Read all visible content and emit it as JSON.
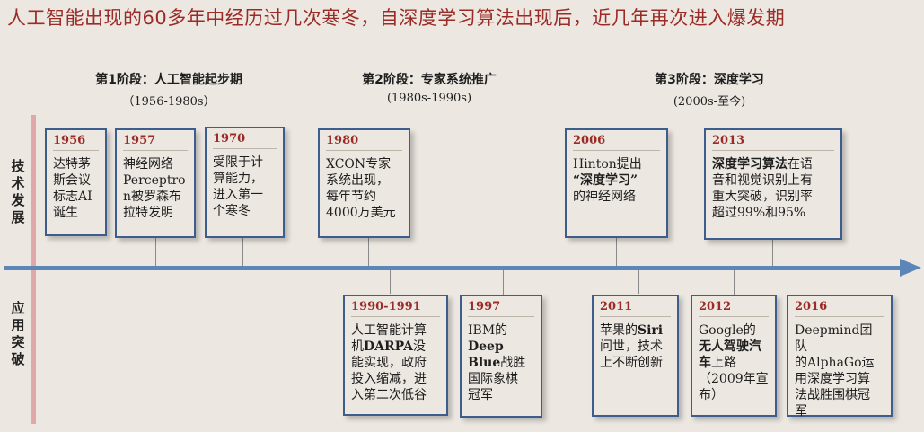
{
  "title": "人工智能出现的60多年中经历过几次寒冬，自深度学习算法出现后，近几年再次进入爆发期",
  "stages": [
    {
      "title": "第1阶段：人工智能起步期",
      "range": "（1956-1980s）"
    },
    {
      "title": "第2阶段：专家系统推广",
      "range": "(1980s-1990s)"
    },
    {
      "title": "第3阶段：深度学习",
      "range": "(2000s-至今)"
    }
  ],
  "rows": {
    "tech": [
      "技",
      "术",
      "发",
      "展"
    ],
    "app": [
      "应",
      "用",
      "突",
      "破"
    ]
  },
  "cards": {
    "c1956": {
      "year": "1956",
      "lines": [
        "达特茅",
        "斯会议",
        "标志AI",
        "诞生"
      ]
    },
    "c1957": {
      "year": "1957",
      "lines": [
        "神经网络",
        "Perceptro",
        "n被罗森布",
        "拉特发明"
      ]
    },
    "c1970": {
      "year": "1970",
      "lines": [
        "受限于计",
        "算能力，",
        "进入第一",
        "个寒冬"
      ]
    },
    "c1980": {
      "year": "1980",
      "lines": [
        "XCON专家",
        "系统出现，",
        "每年节约",
        "4000万美元"
      ]
    },
    "c2006": {
      "year": "2006",
      "l1": "Hinton提出",
      "l2": "“深度学习”",
      "l3": "的神经网络"
    },
    "c2013": {
      "year": "2013",
      "l1b": "深度学习算法",
      "l1": "在语",
      "l2": "音和视觉识别上有",
      "l3": "重大突破，识别率",
      "l4": "超过99%和95%"
    },
    "c1990": {
      "year": "1990-1991",
      "l1": "人工智能计算",
      "l2a": "机",
      "l2b": "DARPA",
      "l2c": "没",
      "l3": "能实现，政府",
      "l4": "投入缩减，进",
      "l5": "入第二次低谷"
    },
    "c1997": {
      "year": "1997",
      "l1": "IBM的",
      "l2": "Deep",
      "l3b": "Blue",
      "l3": "战胜",
      "l4": "国际象棋",
      "l5": "冠军"
    },
    "c2011": {
      "year": "2011",
      "l1a": "苹果的",
      "l1b": "Siri",
      "l2": "问世，技术",
      "l3": "上不断创新"
    },
    "c2012": {
      "year": "2012",
      "l1": "Google的",
      "l2": "无人驾驶汽",
      "l3": "车",
      "l3b": "上路",
      "l4": "（2009年宣",
      "l5": "布）"
    },
    "c2016": {
      "year": "2016",
      "l1": "Deepmind团队",
      "l2": "的AlphaGo运",
      "l3": "用深度学习算",
      "l4": "法战胜围棋冠",
      "l5": "军"
    }
  }
}
